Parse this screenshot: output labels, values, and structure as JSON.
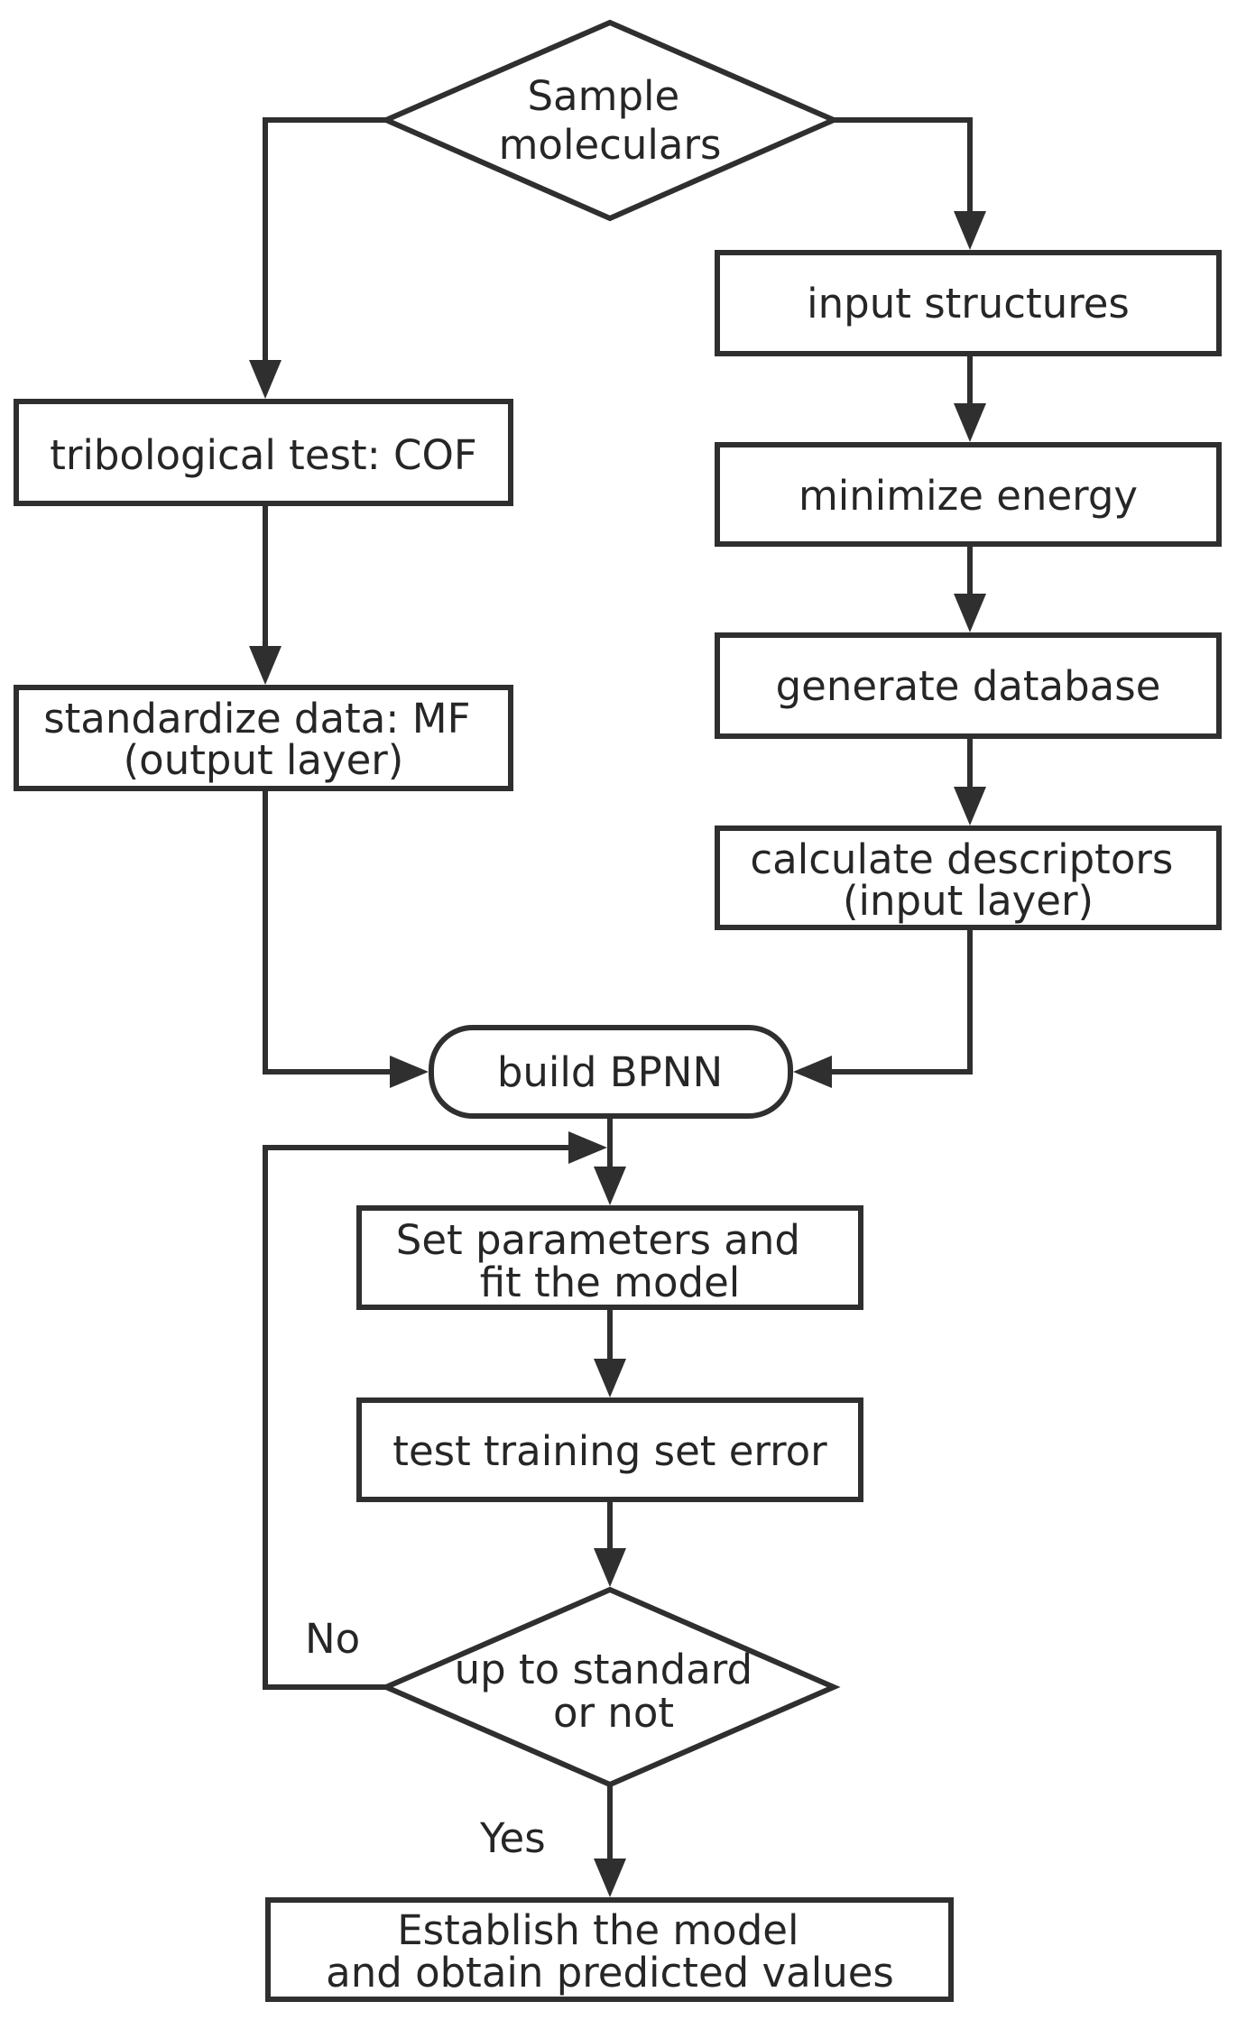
{
  "diagram": {
    "nodes": {
      "sample": [
        "Sample",
        "moleculars"
      ],
      "input_structures": [
        "input structures"
      ],
      "tribological": [
        "tribological test: COF"
      ],
      "minimize": [
        "minimize energy"
      ],
      "generate": [
        "generate database"
      ],
      "standardize": [
        "standardize data: MF",
        "(output layer)"
      ],
      "descriptors": [
        "calculate descriptors",
        "(input layer)"
      ],
      "build": [
        "build BPNN"
      ],
      "set_params": [
        "Set parameters and",
        "fit the model"
      ],
      "test_error": [
        "test training set error"
      ],
      "decision": [
        "up to standard",
        "or not"
      ],
      "establish": [
        "Establish the model",
        "and obtain predicted values"
      ]
    },
    "edge_labels": {
      "no": "No",
      "yes": "Yes"
    },
    "edges": [
      {
        "from": "sample",
        "to": "tribological"
      },
      {
        "from": "sample",
        "to": "input_structures"
      },
      {
        "from": "input_structures",
        "to": "minimize"
      },
      {
        "from": "minimize",
        "to": "generate"
      },
      {
        "from": "generate",
        "to": "descriptors"
      },
      {
        "from": "tribological",
        "to": "standardize"
      },
      {
        "from": "standardize",
        "to": "build"
      },
      {
        "from": "descriptors",
        "to": "build"
      },
      {
        "from": "build",
        "to": "set_params"
      },
      {
        "from": "set_params",
        "to": "test_error"
      },
      {
        "from": "test_error",
        "to": "decision"
      },
      {
        "from": "decision",
        "to": "set_params",
        "label": "No"
      },
      {
        "from": "decision",
        "to": "establish",
        "label": "Yes"
      }
    ]
  }
}
